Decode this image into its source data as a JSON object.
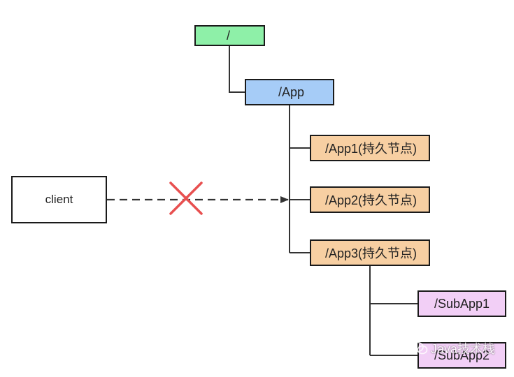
{
  "nodes": {
    "root": {
      "label": "/",
      "fill": "#8ef0a8"
    },
    "app": {
      "label": "/App",
      "fill": "#a6ccf7"
    },
    "app1": {
      "label": "/App1(持久节点)",
      "fill": "#f7cfa2"
    },
    "app2": {
      "label": "/App2(持久节点)",
      "fill": "#f7cfa2"
    },
    "app3": {
      "label": "/App3(持久节点)",
      "fill": "#f7cfa2"
    },
    "sub1": {
      "label": "/SubApp1",
      "fill": "#f2cff6"
    },
    "sub2": {
      "label": "/SubApp2",
      "fill": "#f2cff6"
    },
    "client": {
      "label": "client",
      "fill": "#ffffff"
    }
  },
  "blocked_marker": {
    "color": "#e84f4f"
  },
  "watermark": {
    "text": "Java技术栈"
  }
}
